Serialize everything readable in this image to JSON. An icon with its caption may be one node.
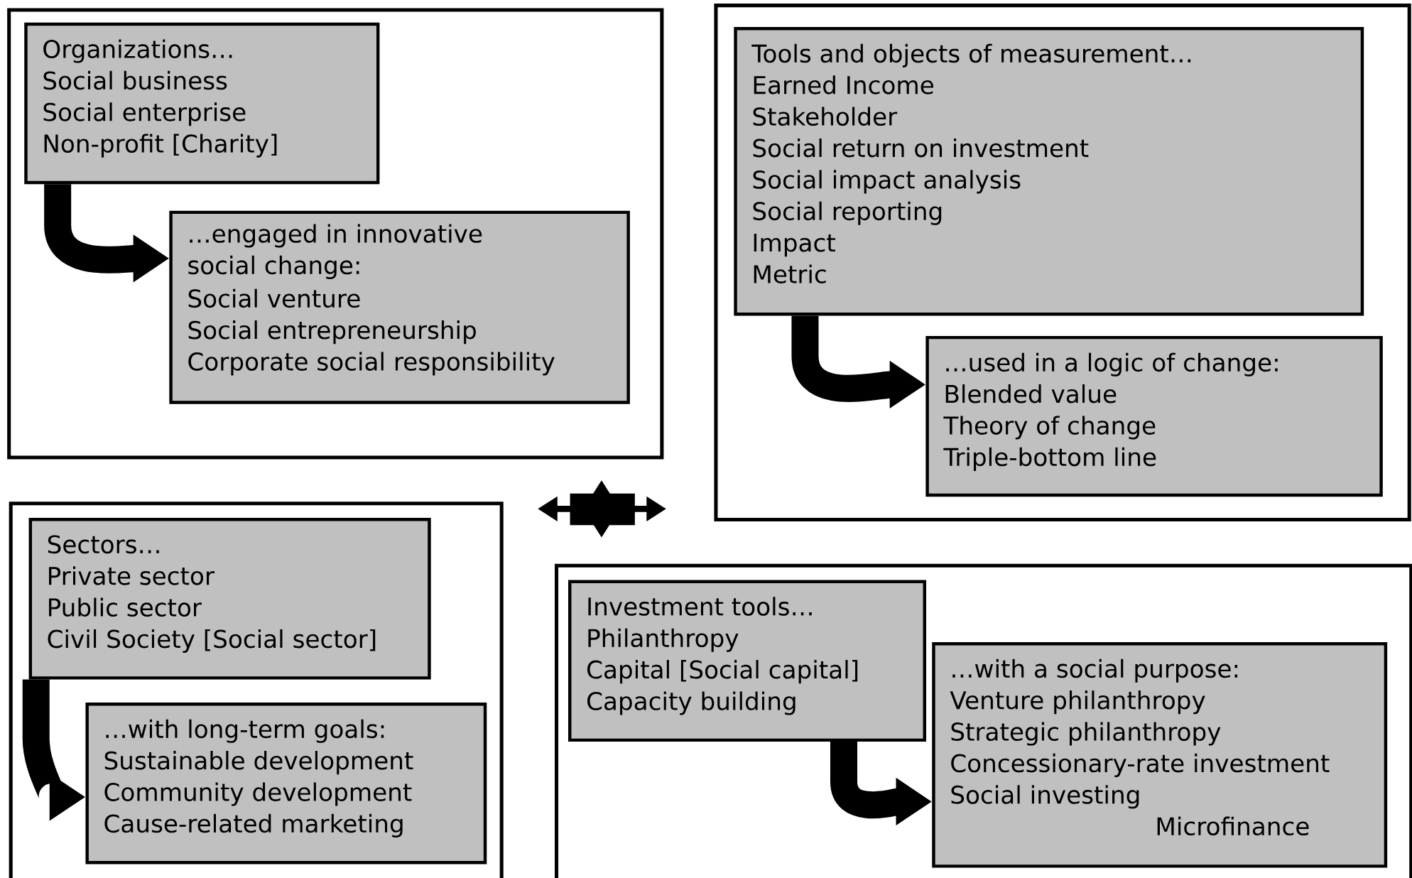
{
  "diagram": {
    "nodes": [
      {
        "text": [],
        "shape": "box"
      },
      {
        "text": [
          "Organizations…",
          "Social business",
          "Social enterprise",
          "Non-profit [Charity]"
        ],
        "in": 0
      },
      {
        "text": [
          "…engaged in innovative social change:",
          "Social venture",
          "Social entrepreneurship",
          "Corporate social responsibility"
        ],
        "in": 0
      },
      {
        "text": [],
        "shape": "box"
      },
      {
        "text": [
          "Tools and objects of measurement…",
          "Earned Income",
          "Stakeholder",
          "Social return on investment",
          "Social impact analysis",
          "Social reporting",
          "Impact",
          "Metric"
        ],
        "in": 3
      },
      {
        "text": [
          "…used in a logic of change:",
          "Blended value",
          "Theory of change",
          "Triple-bottom line"
        ],
        "in": 3
      },
      {
        "text": [],
        "shape": "box"
      },
      {
        "text": [
          "Sectors…",
          "Private sector",
          "Public sector",
          "Civil Society [Social sector]"
        ],
        "in": 6
      },
      {
        "text": [
          "…with long-term goals:",
          "Sustainable development",
          "Community development",
          "Cause-related marketing"
        ],
        "in": 6
      },
      {
        "text": [],
        "shape": "box"
      },
      {
        "text": [
          "Investment tools…",
          "Philanthropy",
          "Capital [Social capital]",
          "Capacity building"
        ],
        "in": 9
      },
      {
        "text": [
          "…with a social purpose:",
          "Venture philanthropy",
          "Strategic philanthropy",
          "Concessionary-rate investment",
          "Social investing",
          "Microfinance"
        ],
        "in": 9
      }
    ],
    "edges": [
      {
        "from": 1,
        "to": 2,
        "arrow": "to"
      },
      {
        "from": 4,
        "to": 5,
        "arrow": "to"
      },
      {
        "from": 7,
        "to": 8,
        "arrow": "to"
      },
      {
        "from": 10,
        "to": 11,
        "arrow": "to"
      }
    ]
  }
}
